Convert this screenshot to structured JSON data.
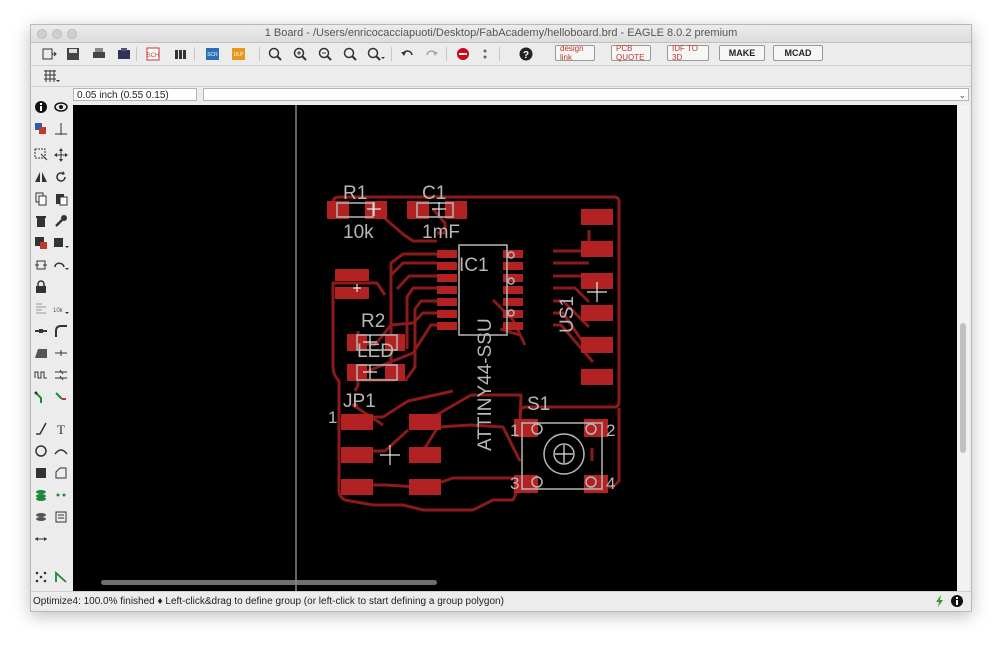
{
  "window": {
    "title": "1 Board - /Users/enricocacciapuoti/Desktop/FabAcademy/helloboard.brd - EAGLE 8.0.2 premium"
  },
  "toolbar": {
    "brand_buttons": [
      "design link",
      "PCB QUOTE",
      "IDF TO 3D",
      "MAKE",
      "MCAD"
    ]
  },
  "coord_display": "0.05 inch (0.55 0.15)",
  "command_input": {
    "value": "",
    "placeholder": ""
  },
  "board": {
    "labels": {
      "r1_name": "R1",
      "r1_value": "10k",
      "c1_name": "C1",
      "c1_value": "1mF",
      "ic1_name": "IC1",
      "ic1_value": "ATTINY44-SSU",
      "r2_name": "R2",
      "led_name": "LED",
      "jp1_name": "JP1",
      "jp1_pin1": "1",
      "us1_name": "US1",
      "s1_name": "S1",
      "s1_pin1": "1",
      "s1_pin2": "2",
      "s1_pin3": "3",
      "s1_pin4": "4"
    },
    "colors": {
      "background": "#000000",
      "copper": "#8b1a1a",
      "pad": "#b22222",
      "silkscreen": "#b8b8b8"
    }
  },
  "status_bar": {
    "message": "Optimize4: 100.0% finished  ♦ Left-click&drag to define group (or left-click to start defining a group polygon)"
  }
}
